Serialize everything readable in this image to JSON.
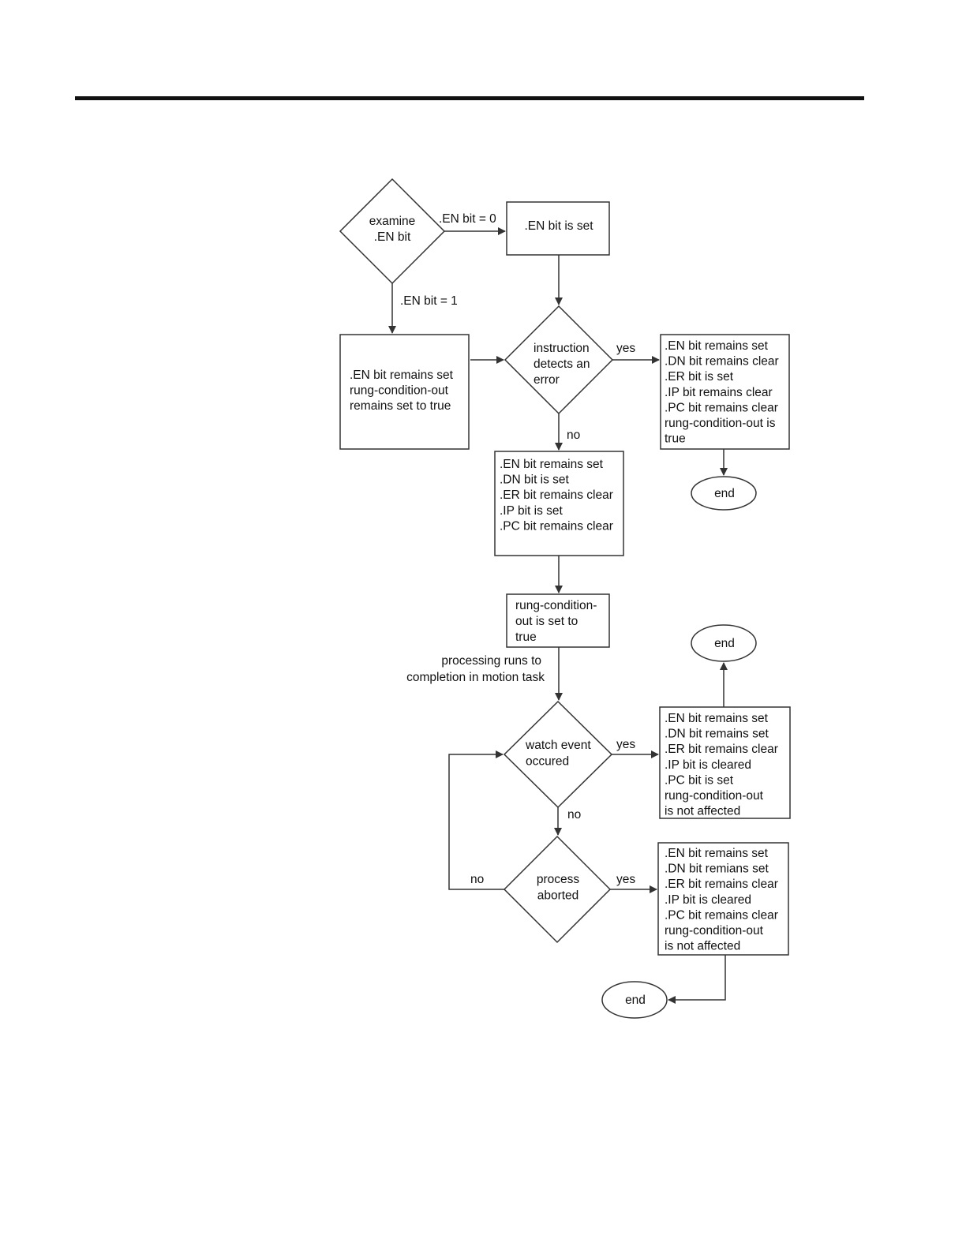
{
  "nodes": {
    "examine_en": {
      "lines": [
        "examine",
        ".EN bit"
      ]
    },
    "en_is_set": {
      "lines": [
        ".EN bit is set"
      ]
    },
    "en_remains_set_left": {
      "lines": [
        ".EN bit remains set",
        "rung-condition-out",
        "remains set to true"
      ]
    },
    "detects_error": {
      "lines": [
        "instruction",
        "detects an",
        "error"
      ]
    },
    "error_result": {
      "lines": [
        ".EN bit remains set",
        ".DN bit remains clear",
        ".ER bit is set",
        ".IP bit remains clear",
        ".PC bit remains clear",
        "rung-condition-out is",
        "true"
      ]
    },
    "end_1": {
      "lines": [
        "end"
      ]
    },
    "no_error_result": {
      "lines": [
        ".EN bit remains set",
        ".DN bit is set",
        ".ER bit remains clear",
        ".IP bit is set",
        ".PC bit remains clear"
      ]
    },
    "rung_true": {
      "lines": [
        "rung-condition-",
        "out is set to",
        "true"
      ]
    },
    "watch_event": {
      "lines": [
        "watch event",
        "occured"
      ]
    },
    "watch_result": {
      "lines": [
        ".EN bit remains set",
        ".DN bit remains set",
        ".ER bit remains clear",
        ".IP bit is cleared",
        ".PC bit is set",
        "rung-condition-out",
        "is not affected"
      ]
    },
    "end_2": {
      "lines": [
        "end"
      ]
    },
    "process_aborted": {
      "lines": [
        "process",
        "aborted"
      ]
    },
    "abort_result": {
      "lines": [
        ".EN bit remains set",
        ".DN bit remians set",
        ".ER bit remains clear",
        ".IP bit is cleared",
        ".PC bit remains clear",
        "rung-condition-out",
        "is not affected"
      ]
    },
    "end_3": {
      "lines": [
        "end"
      ]
    }
  },
  "edge_labels": {
    "en_bit_0": ".EN bit = 0",
    "en_bit_1": ".EN bit = 1",
    "error_yes": "yes",
    "error_no": "no",
    "processing_runs_line1": "processing runs to",
    "processing_runs_line2": "completion in motion task",
    "watch_yes": "yes",
    "watch_no": "no",
    "abort_yes": "yes",
    "abort_no": "no"
  }
}
